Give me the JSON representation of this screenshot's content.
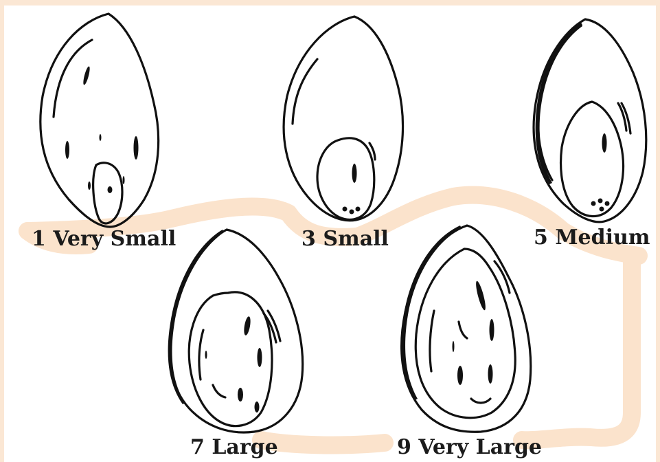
{
  "colors": {
    "ink": "#111111",
    "frame": "#fbe7d4",
    "highlight": "#fbe3cc"
  },
  "seeds": [
    {
      "id": "very-small",
      "label": "1 Very Small"
    },
    {
      "id": "small",
      "label": "3 Small"
    },
    {
      "id": "medium",
      "label": "5 Medium"
    },
    {
      "id": "large",
      "label": "7 Large"
    },
    {
      "id": "very-large",
      "label": "9 Very Large"
    }
  ]
}
